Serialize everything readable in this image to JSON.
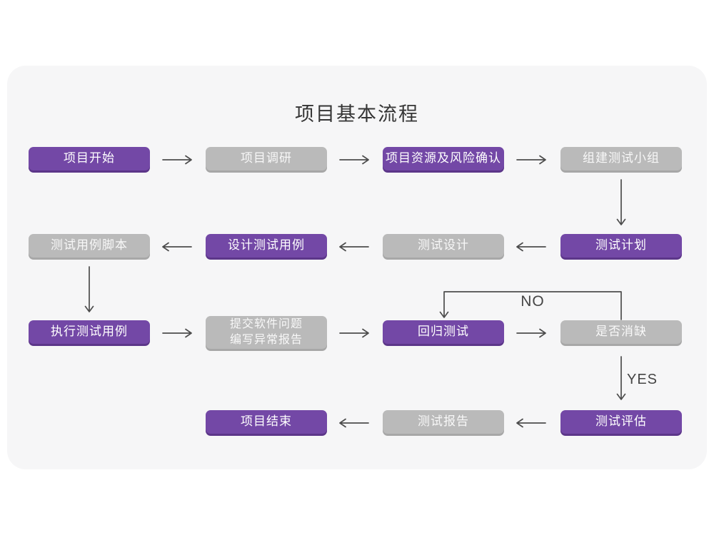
{
  "title": "项目基本流程",
  "edge_labels": {
    "no": "NO",
    "yes": "YES"
  },
  "colors": {
    "node_primary": "#7348a6",
    "node_primary_shadow": "#5c3689",
    "node_secondary": "#bababa",
    "node_secondary_shadow": "#a7a7a7",
    "card_background": "#f6f6f7",
    "connector": "#4d4d4d"
  },
  "nodes": [
    {
      "label": "项目开始",
      "type": "primary"
    },
    {
      "label": "项目调研",
      "type": "secondary"
    },
    {
      "label": "项目资源及风险确认",
      "type": "primary"
    },
    {
      "label": "组建测试小组",
      "type": "secondary"
    },
    {
      "label": "测试计划",
      "type": "primary"
    },
    {
      "label": "测试设计",
      "type": "secondary"
    },
    {
      "label": "设计测试用例",
      "type": "primary"
    },
    {
      "label": "测试用例脚本",
      "type": "secondary"
    },
    {
      "label": "执行测试用例",
      "type": "primary"
    },
    {
      "label": "提交软件问题\n编写异常报告",
      "type": "secondary"
    },
    {
      "label": "回归测试",
      "type": "primary"
    },
    {
      "label": "是否消缺",
      "type": "secondary"
    },
    {
      "label": "测试评估",
      "type": "primary"
    },
    {
      "label": "测试报告",
      "type": "secondary"
    },
    {
      "label": "项目结束",
      "type": "primary"
    }
  ]
}
